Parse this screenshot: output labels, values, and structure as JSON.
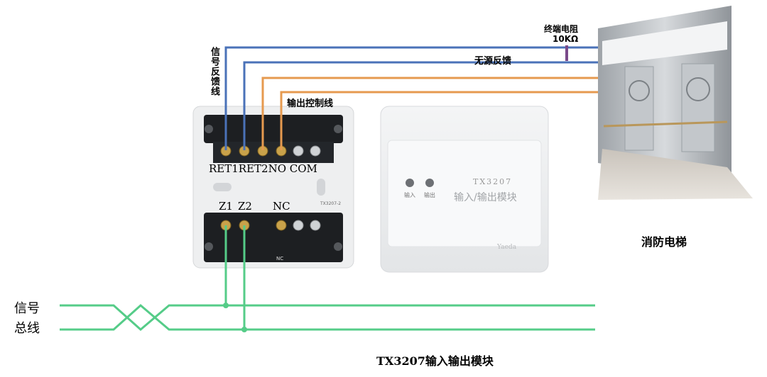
{
  "labels": {
    "signal_feedback_line": "信号反馈线",
    "terminal_resistor_title": "终端电阻",
    "terminal_resistor_value": "10KΩ",
    "passive_feedback": "无源反馈",
    "output_control_line": "输出控制线",
    "top_terminals": "RET1RET2NO COM",
    "bottom_terminal_z1": "Z1",
    "bottom_terminal_z2": "Z2",
    "bottom_terminal_nc": "NC",
    "small_nc": "NC",
    "board_code": "TX3207-2",
    "module_model": "TX3207",
    "module_name": "输入/输出模块",
    "led_input": "输入",
    "led_output": "输出",
    "brand": "Yaeda",
    "fire_elevator": "消防电梯",
    "signal_bus_line1": "信号",
    "signal_bus_line2": "总线",
    "caption": "TX3207输入输出模块"
  },
  "colors": {
    "blue_wire": "#4a72b8",
    "orange_wire": "#e69a4f",
    "green_bus": "#55cc88",
    "resistor_mark": "#7a4a8a"
  },
  "icons": {
    "elevator": "elevator-cabin-photo",
    "module": "io-module-photo",
    "terminal_board": "terminal-block-photo"
  }
}
